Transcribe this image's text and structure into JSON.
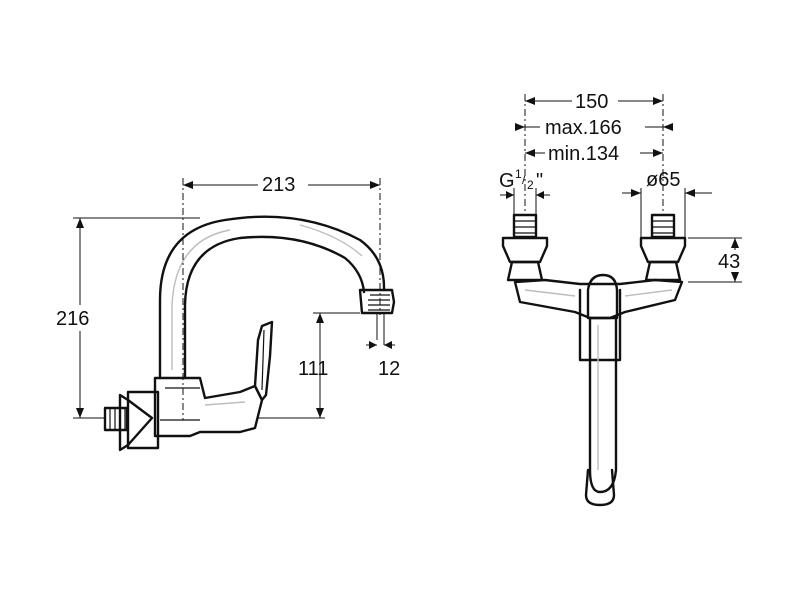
{
  "side_view": {
    "dim_spout_reach": "213",
    "dim_total_height": "216",
    "dim_outlet_height": "111",
    "dim_outlet_diameter": "12"
  },
  "front_view": {
    "dim_center_distance": "150",
    "dim_max": "max.166",
    "dim_min": "min.134",
    "dim_thread_prefix": "G",
    "dim_thread_num": "1",
    "dim_thread_den": "2",
    "dim_thread_suffix": "\"",
    "dim_escutcheon_diameter": "ø65",
    "dim_escutcheon_height": "43"
  }
}
